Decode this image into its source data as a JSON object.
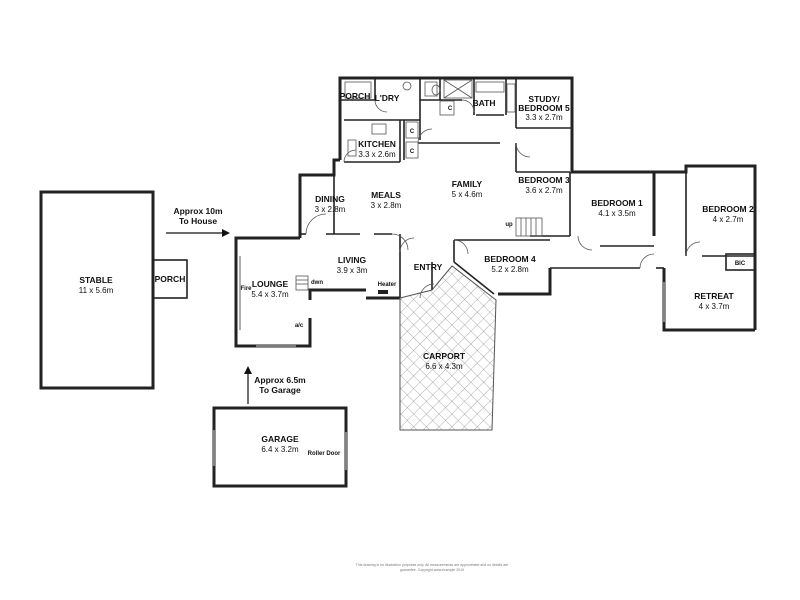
{
  "rooms": {
    "porch_top": {
      "name": "PORCH",
      "dims": ""
    },
    "laundry": {
      "name": "L'DRY",
      "dims": ""
    },
    "bath": {
      "name": "BATH",
      "dims": ""
    },
    "study": {
      "name": "STUDY/",
      "name2": "BEDROOM 5",
      "dims": "3.3 x 2.7m"
    },
    "kitchen": {
      "name": "KITCHEN",
      "dims": "3.3 x 2.6m"
    },
    "family": {
      "name": "FAMILY",
      "dims": "5 x 4.6m"
    },
    "bedroom3": {
      "name": "BEDROOM 3",
      "dims": "3.6 x 2.7m"
    },
    "bedroom1": {
      "name": "BEDROOM 1",
      "dims": "4.1 x 3.5m"
    },
    "bedroom2": {
      "name": "BEDROOM 2",
      "dims": "4 x 2.7m"
    },
    "dining": {
      "name": "DINING",
      "dims": "3 x 2.8m"
    },
    "meals": {
      "name": "MEALS",
      "dims": "3 x 2.8m"
    },
    "living": {
      "name": "LIVING",
      "dims": "3.9 x 3m"
    },
    "lounge": {
      "name": "LOUNGE",
      "dims": "5.4 x 3.7m"
    },
    "entry": {
      "name": "ENTRY",
      "dims": ""
    },
    "bedroom4": {
      "name": "BEDROOM 4",
      "dims": "5.2 x 2.8m"
    },
    "retreat": {
      "name": "RETREAT",
      "dims": "4 x 3.7m"
    },
    "carport": {
      "name": "CARPORT",
      "dims": "6.6 x 4.3m"
    },
    "stable": {
      "name": "STABLE",
      "dims": "11 x 5.6m"
    },
    "porch_stable": {
      "name": "PORCH",
      "dims": ""
    },
    "garage": {
      "name": "GARAGE",
      "dims": "6.4 x 3.2m"
    }
  },
  "small_labels": {
    "c1": "C",
    "c2": "C",
    "c3": "C",
    "bic": "BIC",
    "up": "up",
    "dwn": "dwn",
    "fire": "Fire",
    "heater": "Heater",
    "ac": "a/c",
    "roller_door": "Roller Door"
  },
  "annotations": {
    "to_house_line1": "Approx 10m",
    "to_house_line2": "To House",
    "to_garage_line1": "Approx 6.5m",
    "to_garage_line2": "To Garage"
  },
  "disclaimer": {
    "line1": "This drawing is for illustration purposes only. All measurements are approximate and no details are",
    "line2": "guarantee. Copyright www.example 2019"
  }
}
